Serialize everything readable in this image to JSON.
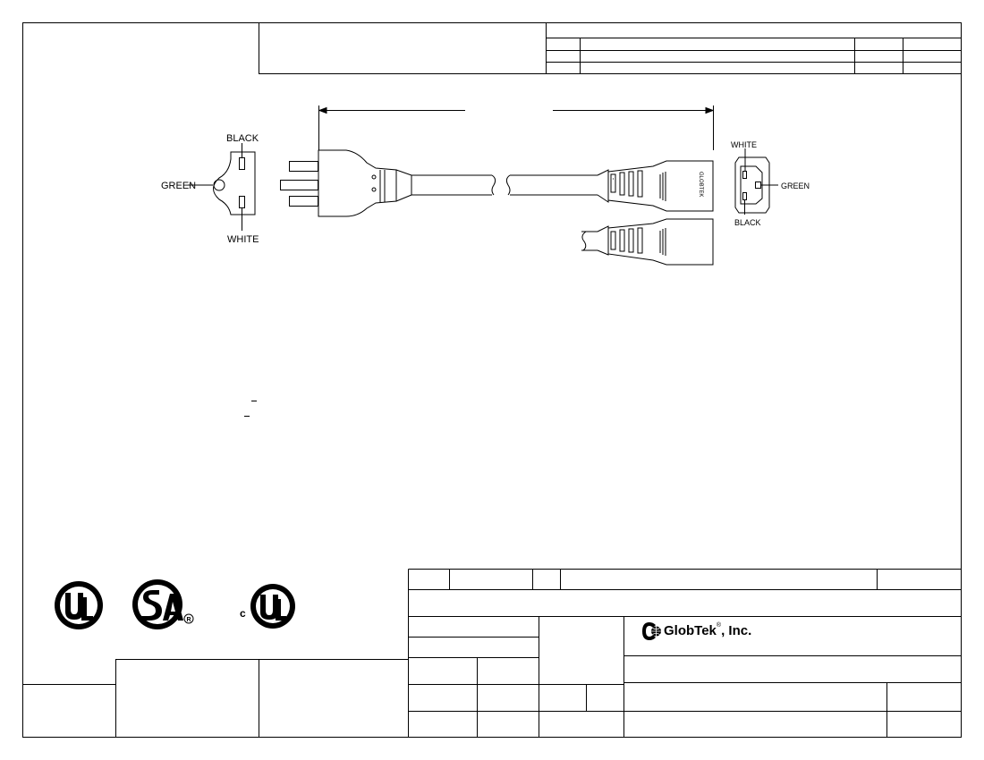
{
  "company": {
    "name": "GlobTek",
    "reg_mark": "®",
    "suffix": ", Inc."
  },
  "connector_labels": {
    "plug": {
      "top": "BLACK",
      "left": "GREEN",
      "bottom": "WHITE"
    },
    "socket": {
      "top": "WHITE",
      "right": "GREEN",
      "bottom": "BLACK"
    }
  },
  "connector_brand": "GLOBTEK",
  "certifications": {
    "canada_prefix": "c",
    "marks": [
      "ul-mark-icon",
      "csa-mark-icon",
      "cul-mark-icon"
    ]
  },
  "colors": {
    "line": "#000000",
    "background": "#ffffff"
  }
}
